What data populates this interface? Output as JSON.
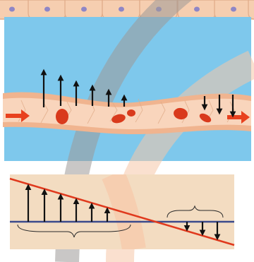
{
  "figure": {
    "palette": {
      "page": "#ffffff",
      "tissue": "#f6ceb0",
      "tissue_edge": "#e0ab88",
      "nucleus": "#8f86c6",
      "interstitial_fluid": "#7ec8ec",
      "capillary_wall": "#f0b48f",
      "capillary_lumen": "#f9d5bc",
      "blood_cell": "#d93a1c",
      "flow_arrow": "#e8411e",
      "watermark_grey": "#9e9a98",
      "watermark_peach": "#f7c7a8",
      "graph_panel": "#f3dcc1",
      "pressure_line": "#e0391d",
      "baseline": "#3b4a8c",
      "vector_arrow": "#111111"
    },
    "capillary": {
      "outward_arrow_count": 6,
      "inward_arrow_count": 3,
      "red_cell_count": 5
    },
    "graph": {
      "outward_arrow_count": 6,
      "inward_arrow_count": 3,
      "filtration_bracket": "",
      "reabsorption_bracket": ""
    }
  }
}
